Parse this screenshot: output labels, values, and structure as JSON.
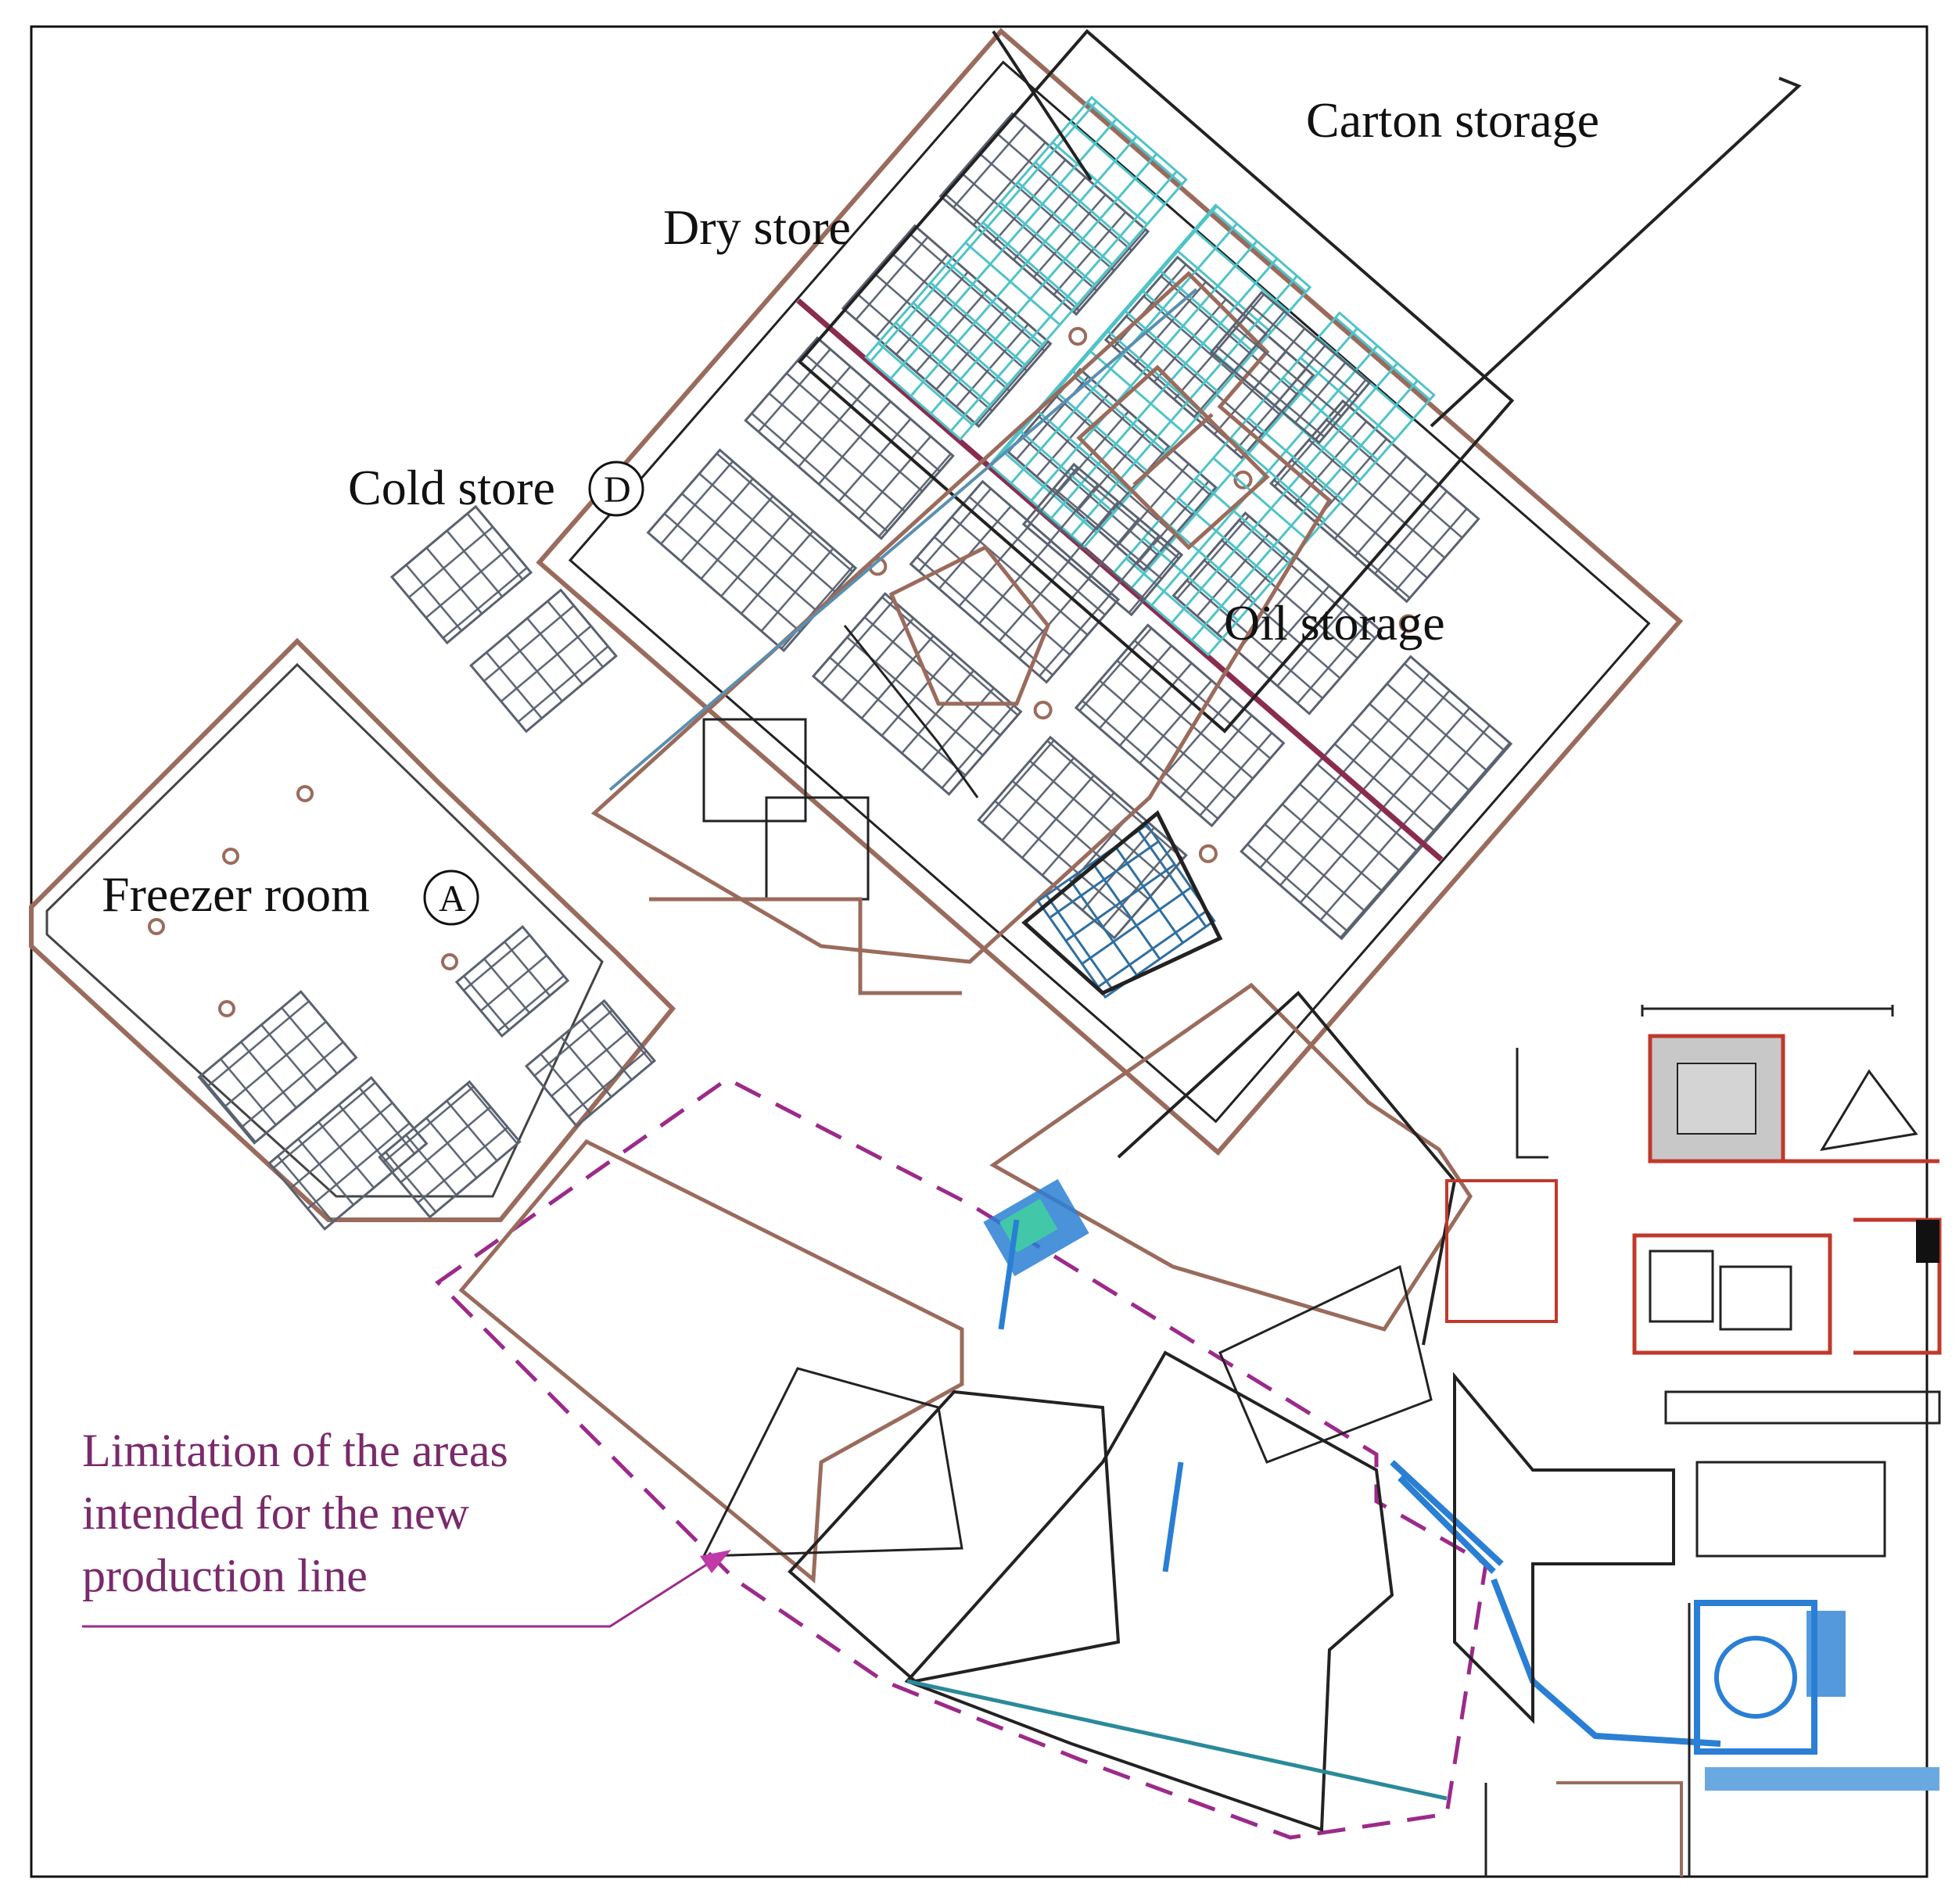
{
  "labels": {
    "carton_storage": "Carton storage",
    "dry_store": "Dry store",
    "cold_store": "Cold store",
    "cold_store_marker": "D",
    "oil_storage": "Oil storage",
    "freezer_room": "Freezer room",
    "freezer_room_marker": "A"
  },
  "annotation": {
    "line1": "Limitation of the areas",
    "line2": "intended for the new",
    "line3": "production line"
  },
  "colors": {
    "wall_brown": "#9a6b5c",
    "rack_gray": "#5a6270",
    "rack_cyan": "#4fc3c8",
    "equipment_blue": "#2a7fd4",
    "boundary_purple": "#9c2a8a",
    "dark_line": "#222222"
  }
}
